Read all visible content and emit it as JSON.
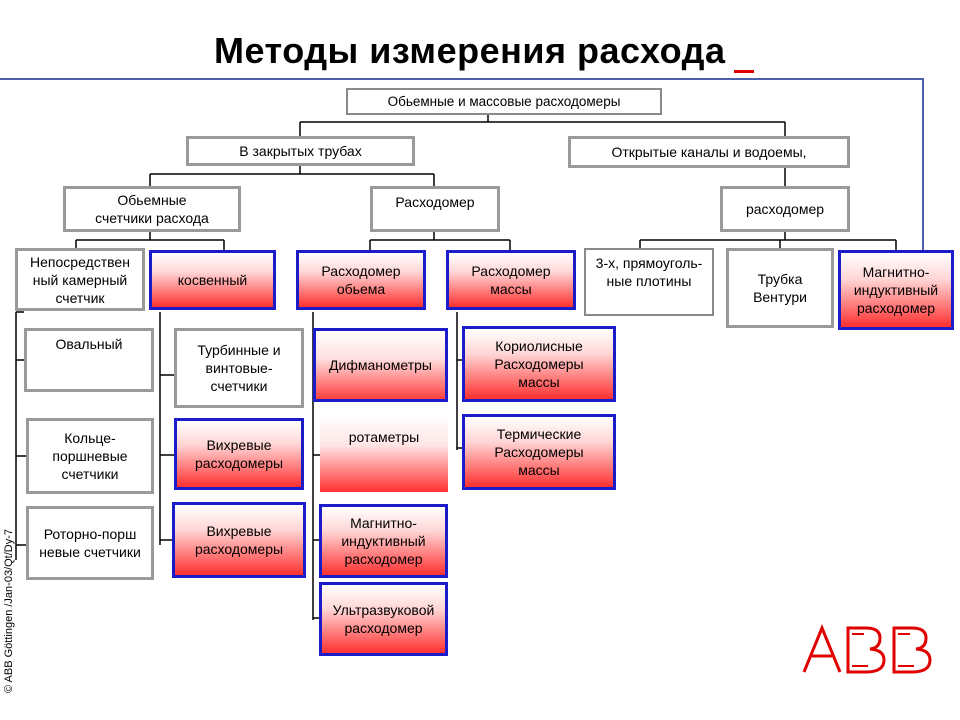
{
  "title": "Методы измерения расхода",
  "copyright": "© ABB Göttingen  /Jan-03/Qt/Dy-7",
  "logo_text": "ABB",
  "nodes": {
    "root": "Обьемные и массовые расходомеры",
    "closed_pipes": "В закрытых трубах",
    "open_channels": "Открытые каналы и водоемы,",
    "volume_counters": "Обьемные\nсчетчики  расхода",
    "flowmeter": "Расходомер",
    "open_flowmeter": "расходомер",
    "direct": "Непосредствен\nный камерный\nсчетчик",
    "indirect": "косвенный",
    "volume_flowmeter": "Расходомер\nобьема",
    "mass_flowmeter": "Расходомер\nмассы",
    "weir": "3-х, прямоуголь-\nные плотины",
    "venturi": "Трубка\nВентури",
    "magnetic_open": "Магнитно-\nиндуктивный\nрасходомер",
    "oval": "Овальный",
    "ring_piston": "Кольце-\nпоршневые\nсчетчики",
    "rotary_piston": "Роторно-порш\nневые счетчики",
    "turbine": "Турбинные и\nвинтовые-\nсчетчики",
    "vortex1": "Вихревые\nрасходомеры",
    "vortex2": "Вихревые\nрасходомеры",
    "diff_manometer": "Дифманометры",
    "rotameter": "ротаметры",
    "magnetic": "Магнитно-\nиндуктивный\nрасходомер",
    "ultrasonic": "Ультразвуковой\nрасходомер",
    "coriolis": "Кориолисные\nРасходомеры\nмассы",
    "thermal": "Термические\nРасходомеры\nмассы"
  }
}
